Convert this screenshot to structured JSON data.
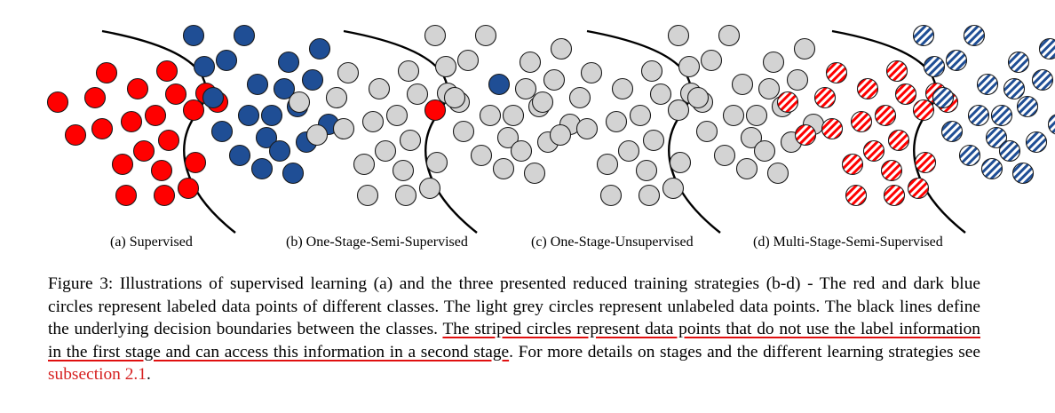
{
  "colors": {
    "red": "#ff0000",
    "blue": "#1f4e95",
    "grey": "#d3d3d3",
    "link": "#d62020",
    "underline": "#e01010"
  },
  "figure": {
    "subfigures": [
      {
        "id": "a",
        "caption": "(a) Supervised",
        "style": "supervised"
      },
      {
        "id": "b",
        "caption": "(b) One-Stage-Semi-Supervised",
        "style": "semi"
      },
      {
        "id": "c",
        "caption": "(c) One-Stage-Unsupervised",
        "style": "unsupervised"
      },
      {
        "id": "d",
        "caption": "(d) Multi-Stage-Semi-Supervised",
        "style": "striped"
      }
    ]
  },
  "caption": {
    "lead": "Figure 3: Illustrations of supervised learning (a) and the three presented reduced training strategies (b-d) - The red and dark blue circles represent labeled data points of different classes. The light grey circles represent unlabeled data points. The black lines define the underlying decision boundaries between the classes. ",
    "underlined": "The striped circles represent data points that do not use the label information in the first stage and can access this information in a second stage",
    "after": ". For more details on stages and the different learning strategies see ",
    "link": "subsection 2.1",
    "end": "."
  }
}
